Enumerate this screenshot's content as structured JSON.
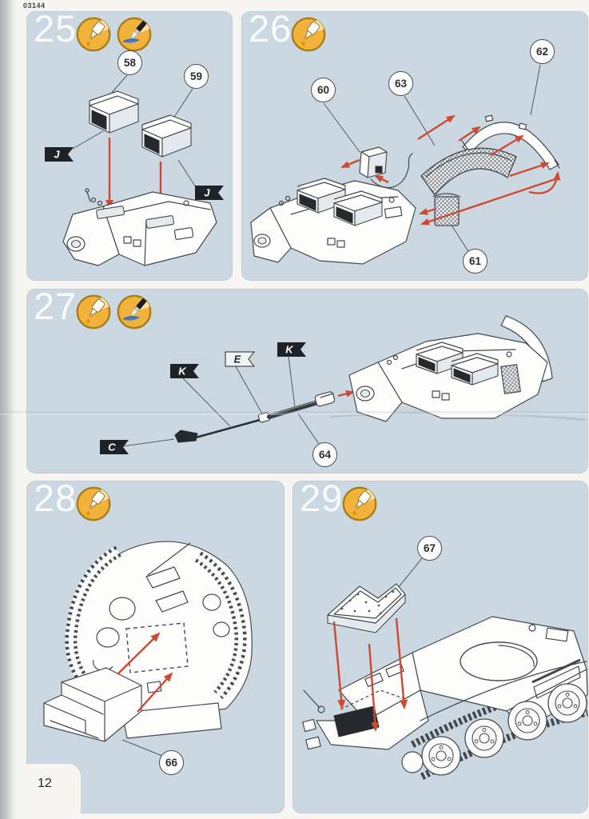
{
  "doc": {
    "code": "03144",
    "page_number": "12"
  },
  "colors": {
    "panel_blue": "#cbd7e1",
    "arrow_red": "#cf4a33",
    "icon_yellow": "#f2b33c",
    "icon_ring": "#aa7d16",
    "line_art": "#45494e"
  },
  "steps": [
    {
      "number": "25",
      "icons": [
        "glue",
        "paint"
      ],
      "callouts": [
        "58",
        "59"
      ],
      "flags": [
        "J",
        "J"
      ]
    },
    {
      "number": "26",
      "icons": [
        "glue"
      ],
      "callouts": [
        "60",
        "63",
        "62",
        "61"
      ],
      "flags": []
    },
    {
      "number": "27",
      "icons": [
        "glue",
        "paint"
      ],
      "callouts": [
        "64"
      ],
      "flags": [
        "K",
        "E",
        "K",
        "C"
      ]
    },
    {
      "number": "28",
      "icons": [
        "glue"
      ],
      "callouts": [
        "66"
      ],
      "flags": []
    },
    {
      "number": "29",
      "icons": [
        "glue"
      ],
      "callouts": [
        "67"
      ],
      "flags": []
    }
  ]
}
